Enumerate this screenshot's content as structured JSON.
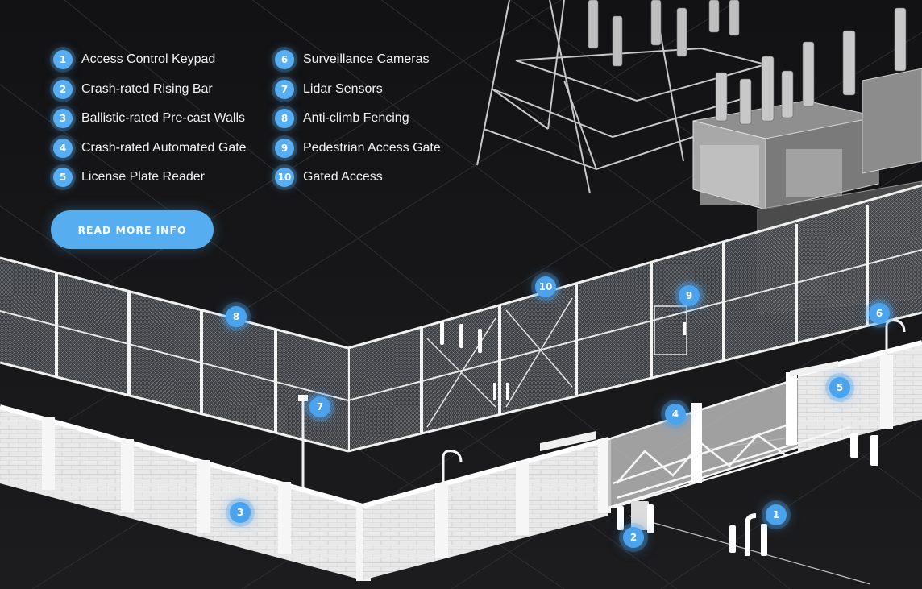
{
  "legend": {
    "column1": [
      {
        "number": "1",
        "label": "Access Control Keypad"
      },
      {
        "number": "2",
        "label": "Crash-rated Rising Bar"
      },
      {
        "number": "3",
        "label": "Ballistic-rated Pre-cast Walls"
      },
      {
        "number": "4",
        "label": "Crash-rated Automated Gate"
      },
      {
        "number": "5",
        "label": "License Plate Reader"
      }
    ],
    "column2": [
      {
        "number": "6",
        "label": "Surveillance Cameras"
      },
      {
        "number": "7",
        "label": "Lidar Sensors"
      },
      {
        "number": "8",
        "label": "Anti-climb Fencing"
      },
      {
        "number": "9",
        "label": "Pedestrian Access Gate"
      },
      {
        "number": "10",
        "label": "Gated Access"
      }
    ]
  },
  "cta": {
    "label": "READ MORE INFO"
  },
  "markers": [
    "1",
    "2",
    "3",
    "4",
    "5",
    "6",
    "7",
    "8",
    "9",
    "10"
  ],
  "colors": {
    "accent": "#58aef2",
    "background": "#0b0b0c",
    "structure": "#e8e8e8"
  },
  "icons": {
    "badge": "numbered-circle-badge",
    "scene": "isometric-substation-perimeter-illustration"
  }
}
